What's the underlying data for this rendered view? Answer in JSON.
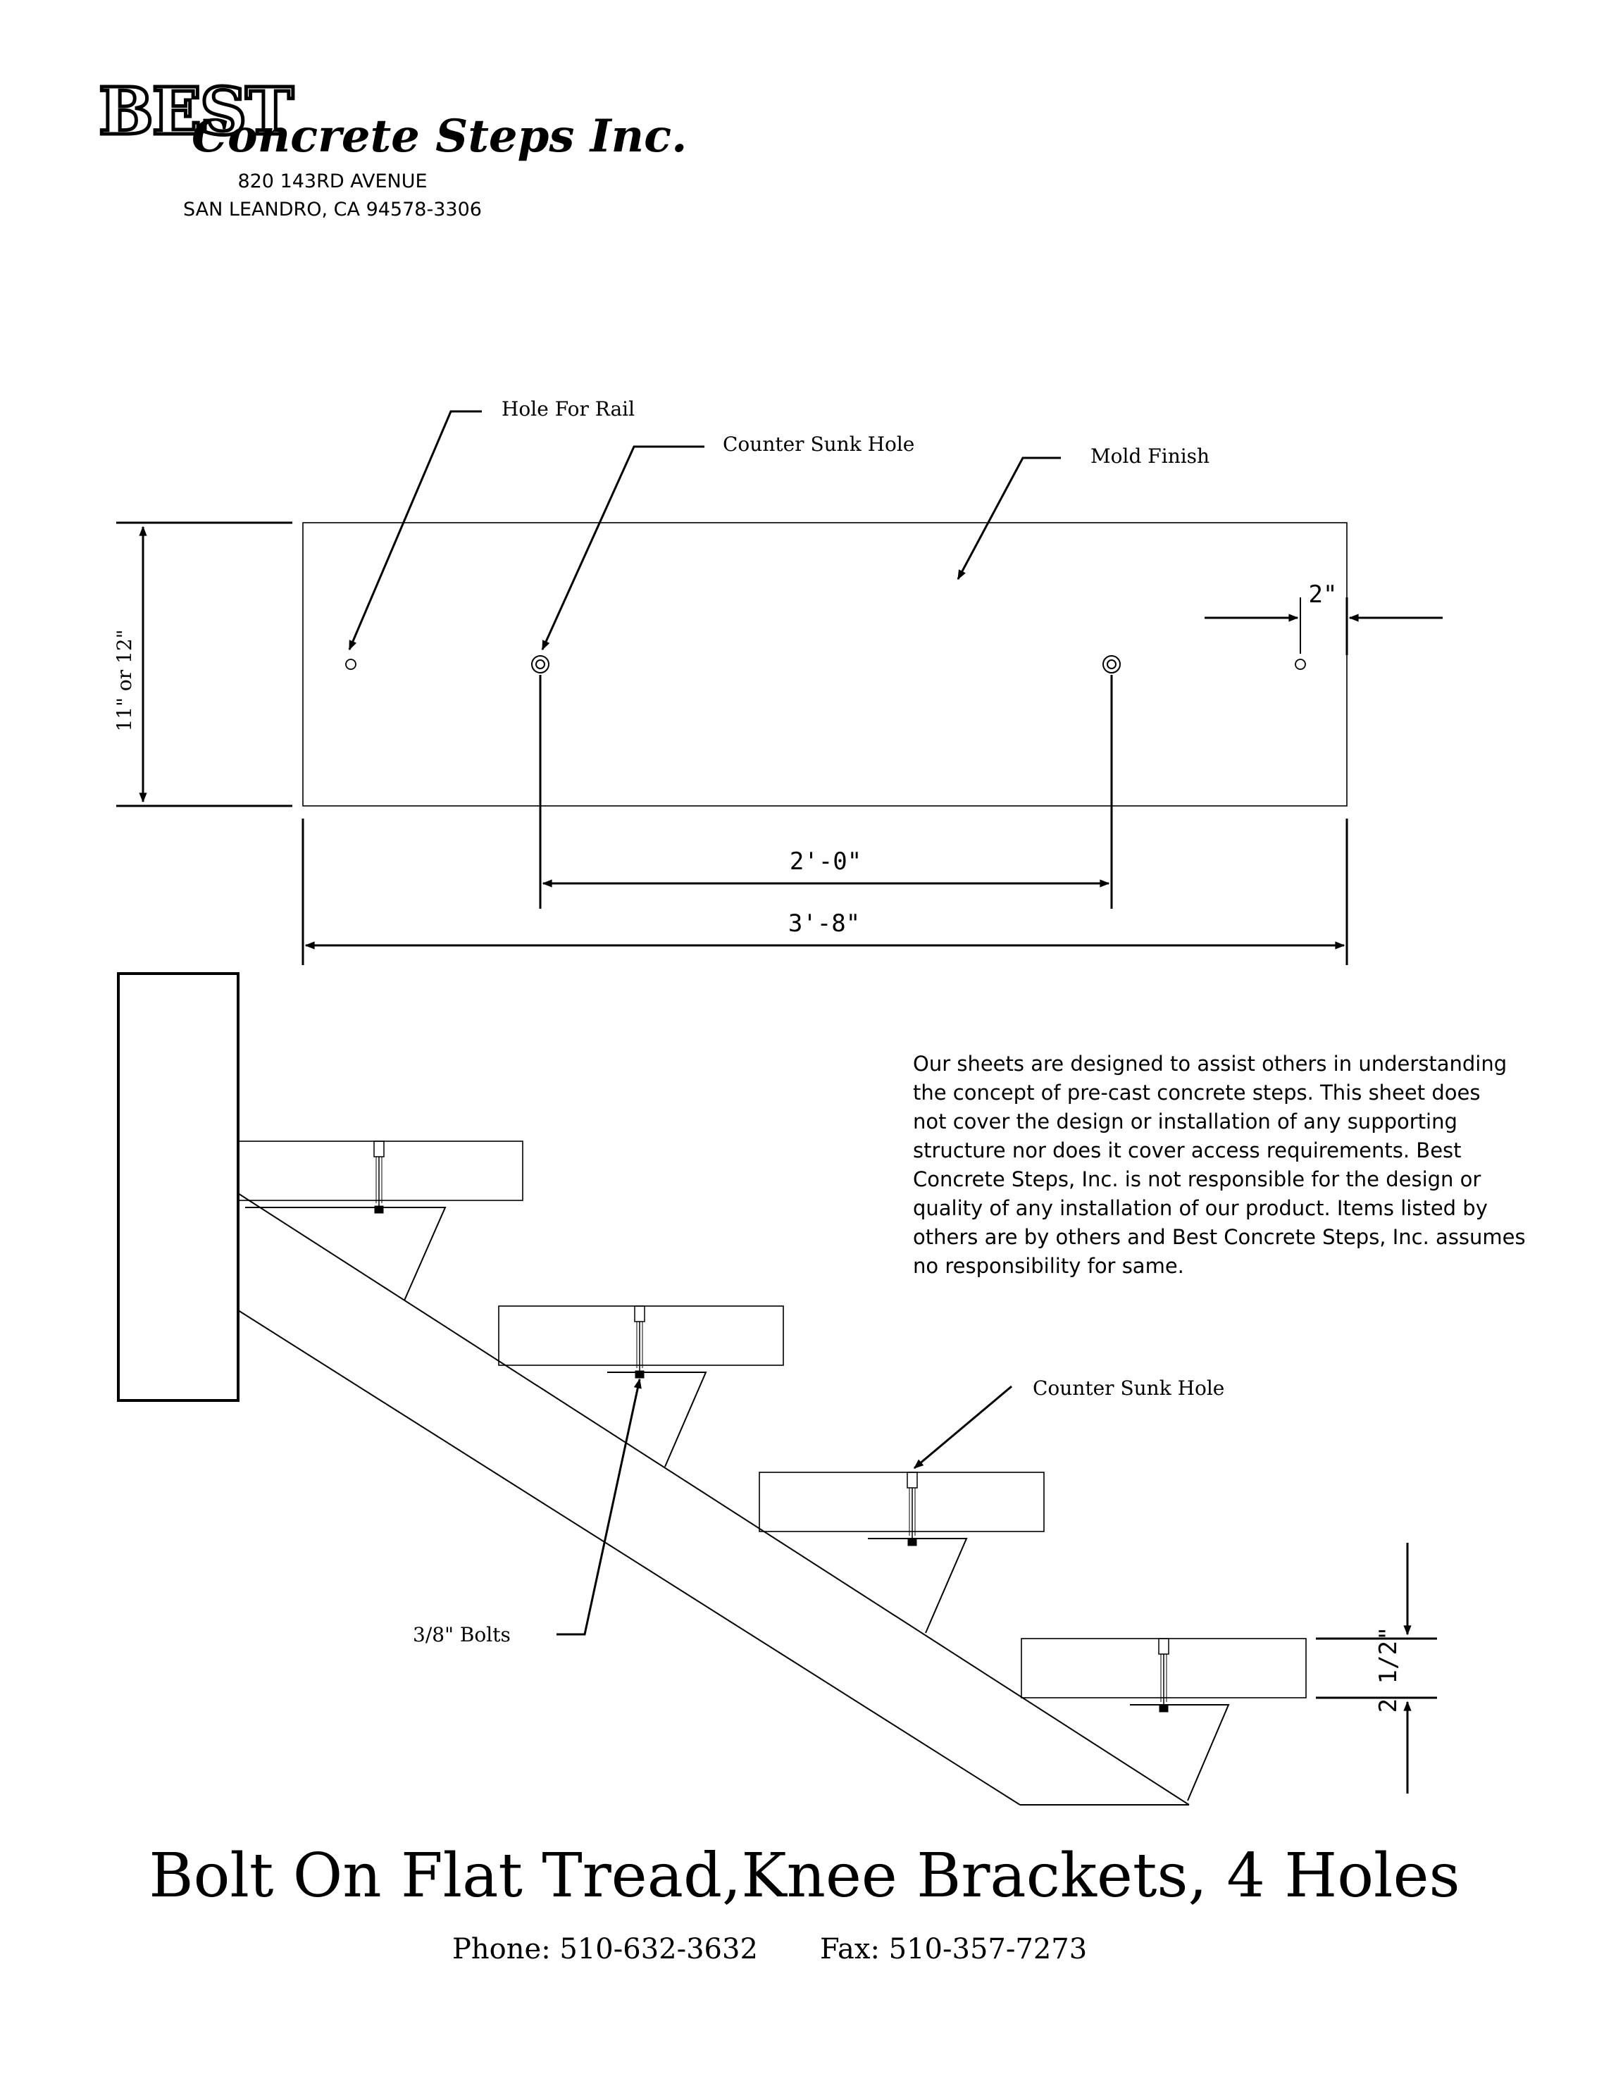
{
  "company": {
    "logo_best": "BEST",
    "logo_script": "Concrete Steps Inc.",
    "address_line1": "820 143RD AVENUE",
    "address_line2": "SAN LEANDRO, CA 94578-3306"
  },
  "top_view": {
    "callouts": {
      "hole_for_rail": "Hole For Rail",
      "counter_sunk_hole": "Counter Sunk Hole",
      "mold_finish": "Mold Finish"
    },
    "dimensions": {
      "edge_offset": "2\"",
      "height": "11\" or 12\"",
      "hole_spacing": "2'-0\"",
      "overall_length": "3'-8\""
    }
  },
  "side_view": {
    "callouts": {
      "counter_sunk_hole": "Counter Sunk Hole",
      "bolts": "3/8\" Bolts"
    },
    "dimensions": {
      "tread_thickness": "2 1/2\""
    }
  },
  "disclaimer_lines": [
    "Our sheets are designed to assist others in understanding",
    "the concept of pre-cast concrete steps.  This sheet does",
    "not cover the design or installation of any supporting",
    "structure nor does it cover access requirements.  Best",
    "Concrete Steps, Inc. is not responsible for the design or",
    "quality of any installation of our product.  Items listed by",
    "others are by others and Best Concrete Steps, Inc. assumes",
    "no responsibility for same."
  ],
  "title": "Bolt On Flat Tread,Knee Brackets, 4 Holes",
  "contact": {
    "phone": "Phone: 510-632-3632",
    "fax": "Fax: 510-357-7273"
  }
}
